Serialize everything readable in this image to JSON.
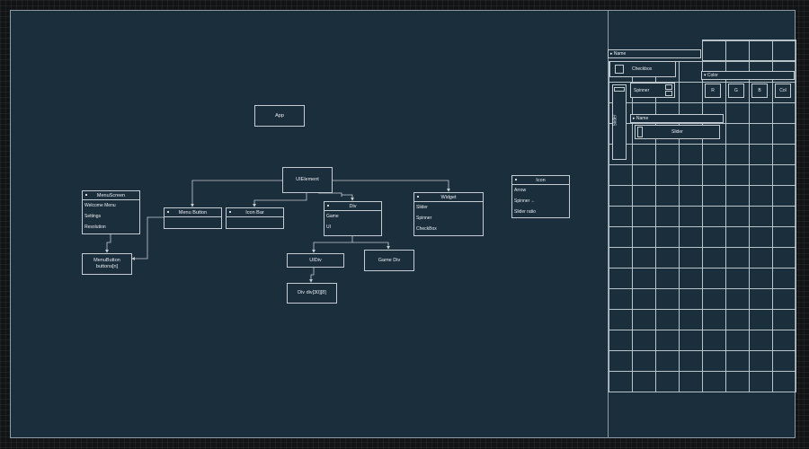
{
  "diagram": {
    "nodes": {
      "app": "App",
      "uielement": "UIElement",
      "menuscreen": {
        "title": "MenuScreen",
        "items": [
          "Welcome Menu",
          "Settings",
          "Resolution"
        ]
      },
      "menubutton_list": "MenuButton\nbuttons[n]",
      "menu_button": "Menu Button",
      "icon_bar": "Icon Bar",
      "div": {
        "title": "Div",
        "items": [
          "Game",
          "UI"
        ]
      },
      "widget": {
        "title": "Widget",
        "items": [
          "Slider",
          "Spinner",
          "CheckBox"
        ]
      },
      "icon": {
        "title": "Icon",
        "items": [
          "Arrow",
          "Spinner ←",
          "Slider ratio"
        ]
      },
      "uidiv": "UIDiv",
      "game_div": "Game Div",
      "div_array": "Div div[30][8]"
    }
  },
  "widgets": {
    "name_header": "Name",
    "checkbox_label": "Checkbox",
    "color_header": "Color",
    "color_buttons": [
      "R",
      "G",
      "B",
      "Col"
    ],
    "spinner_label": "Spinner",
    "slider_vertical_label": "Slider",
    "name_header_2": "Name",
    "slider_label": "Slider"
  }
}
